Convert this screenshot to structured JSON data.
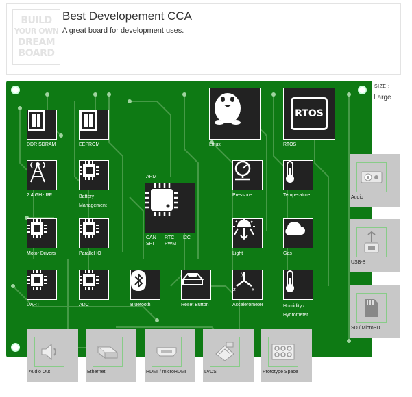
{
  "header": {
    "logo_lines": [
      "BUILD",
      "YOUR OWN",
      "DREAM",
      "BOARD"
    ],
    "title": "Best Developement CCA",
    "subtitle": "A great board for development uses."
  },
  "size": {
    "label": "SIZE :",
    "value": "Large"
  },
  "board": {
    "color": "#0e7a14",
    "arm": {
      "top_label": "ARM",
      "bottom_left": "CAN",
      "bottom_mid": "RTC",
      "bottom_right": "I2C",
      "bottom_left2": "SPI",
      "bottom_mid2": "PWM"
    },
    "components": [
      {
        "id": "ddr",
        "label": "DDR SDRAM",
        "icon": "memory-icon"
      },
      {
        "id": "eeprom",
        "label": "EEPROM",
        "icon": "memory-icon"
      },
      {
        "id": "rf",
        "label": "2.4 GHz RF",
        "icon": "antenna-icon"
      },
      {
        "id": "battery",
        "label": "Battery Management",
        "icon": "chip-icon"
      },
      {
        "id": "motor",
        "label": "Motor Drivers",
        "icon": "chip-icon"
      },
      {
        "id": "parallel",
        "label": "Parallel IO",
        "icon": "chip-icon"
      },
      {
        "id": "uart",
        "label": "UART",
        "icon": "chip-icon"
      },
      {
        "id": "adc",
        "label": "ADC",
        "icon": "chip-icon"
      },
      {
        "id": "bluetooth",
        "label": "Bluetooth",
        "icon": "bluetooth-icon"
      },
      {
        "id": "reset",
        "label": "Reset Button",
        "icon": "button-icon"
      },
      {
        "id": "linux",
        "label": "Linux",
        "icon": "penguin-icon"
      },
      {
        "id": "rtos",
        "label": "RTOS",
        "icon": "rtos-icon"
      },
      {
        "id": "pressure",
        "label": "Pressure",
        "icon": "gauge-icon"
      },
      {
        "id": "temperature",
        "label": "Temperature",
        "icon": "thermometer-icon"
      },
      {
        "id": "light",
        "label": "Light",
        "icon": "light-icon"
      },
      {
        "id": "gas",
        "label": "Gas",
        "icon": "cloud-icon"
      },
      {
        "id": "accelerometer",
        "label": "Accelerometer",
        "icon": "axes-icon"
      },
      {
        "id": "humidity",
        "label": "Humidity / Hydrometer",
        "icon": "thermometer-icon"
      }
    ],
    "rtos_text": "RTOS"
  },
  "side_modules": [
    {
      "id": "audio",
      "label": "Audio",
      "icon": "speaker-icon"
    },
    {
      "id": "usbb",
      "label": "USB-B",
      "icon": "usb-icon"
    },
    {
      "id": "sd",
      "label": "SD / MicroSD",
      "icon": "sd-card-icon"
    }
  ],
  "bottom_modules": [
    {
      "id": "audioout",
      "label": "Audio Out",
      "icon": "speaker-icon"
    },
    {
      "id": "ethernet",
      "label": "Ethernet",
      "icon": "ethernet-icon"
    },
    {
      "id": "hdmi",
      "label": "HDMI / microHDMI",
      "icon": "hdmi-icon"
    },
    {
      "id": "lvds",
      "label": "LVDS",
      "icon": "lvds-icon"
    },
    {
      "id": "proto",
      "label": "Prototype Space",
      "icon": "grid-icon"
    }
  ]
}
